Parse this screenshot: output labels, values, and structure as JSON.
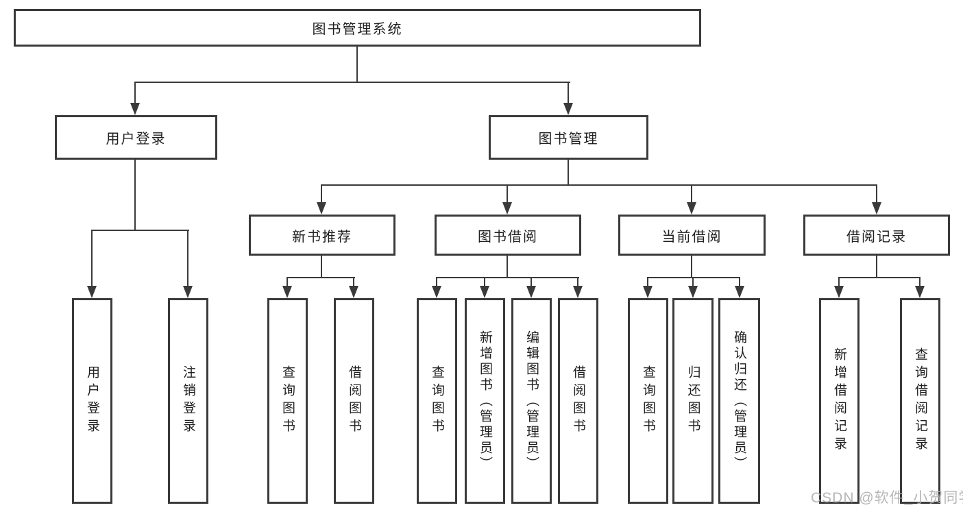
{
  "diagram": {
    "type": "tree",
    "root": {
      "label": "图书管理系统"
    },
    "branches": [
      {
        "label": "用户登录",
        "children": [
          {
            "label": "用户登录"
          },
          {
            "label": "注销登录"
          }
        ]
      },
      {
        "label": "图书管理",
        "children": [
          {
            "label": "新书推荐",
            "children": [
              {
                "label": "查询图书"
              },
              {
                "label": "借阅图书"
              }
            ]
          },
          {
            "label": "图书借阅",
            "children": [
              {
                "label": "查询图书"
              },
              {
                "label": "新增图书（管理员）"
              },
              {
                "label": "编辑图书（管理员）"
              },
              {
                "label": "借阅图书"
              }
            ]
          },
          {
            "label": "当前借阅",
            "children": [
              {
                "label": "查询图书"
              },
              {
                "label": "归还图书"
              },
              {
                "label": "确认归还（管理员）"
              }
            ]
          },
          {
            "label": "借阅记录",
            "children": [
              {
                "label": "新增借阅记录"
              },
              {
                "label": "查询借阅记录"
              }
            ]
          }
        ]
      }
    ]
  },
  "watermark": {
    "text": "CSDN @软件_小贺同学"
  },
  "colors": {
    "line": "#3a3a3a",
    "text": "#1f1f1f",
    "watermark": "#b0b0b0",
    "background": "#ffffff"
  }
}
